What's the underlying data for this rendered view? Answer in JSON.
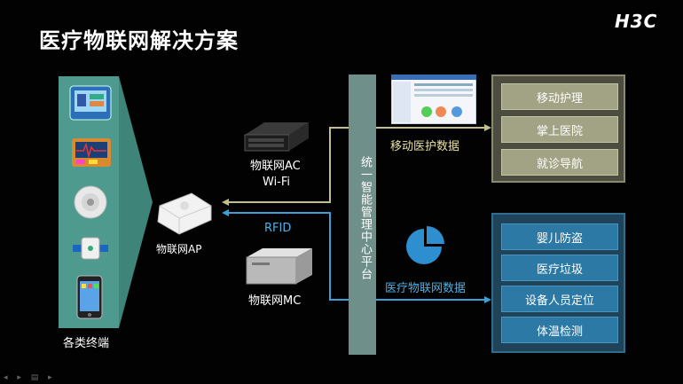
{
  "slide": {
    "title": "医疗物联网解决方案",
    "logo": "H3C"
  },
  "terminals": {
    "label": "各类终端"
  },
  "devices": {
    "ap_label": "物联网AP",
    "ac_label": "物联网AC",
    "wifi_label": "Wi-Fi",
    "rfid_label": "RFID",
    "mc_label": "物联网MC"
  },
  "platform": {
    "label": "统一智能管理中心平台"
  },
  "flows": {
    "mobile_data": "移动医护数据",
    "iot_data": "医疗物联网数据"
  },
  "panel_mobile": {
    "items": [
      "移动护理",
      "掌上医院",
      "就诊导航"
    ]
  },
  "panel_iot": {
    "items": [
      "婴儿防盗",
      "医疗垃圾",
      "设备人员定位",
      "体温检测"
    ]
  },
  "colors": {
    "mobile_line": "#c2bf8a",
    "iot_line": "#3aa0d8",
    "terminal_bg": "#4f9a8f"
  }
}
